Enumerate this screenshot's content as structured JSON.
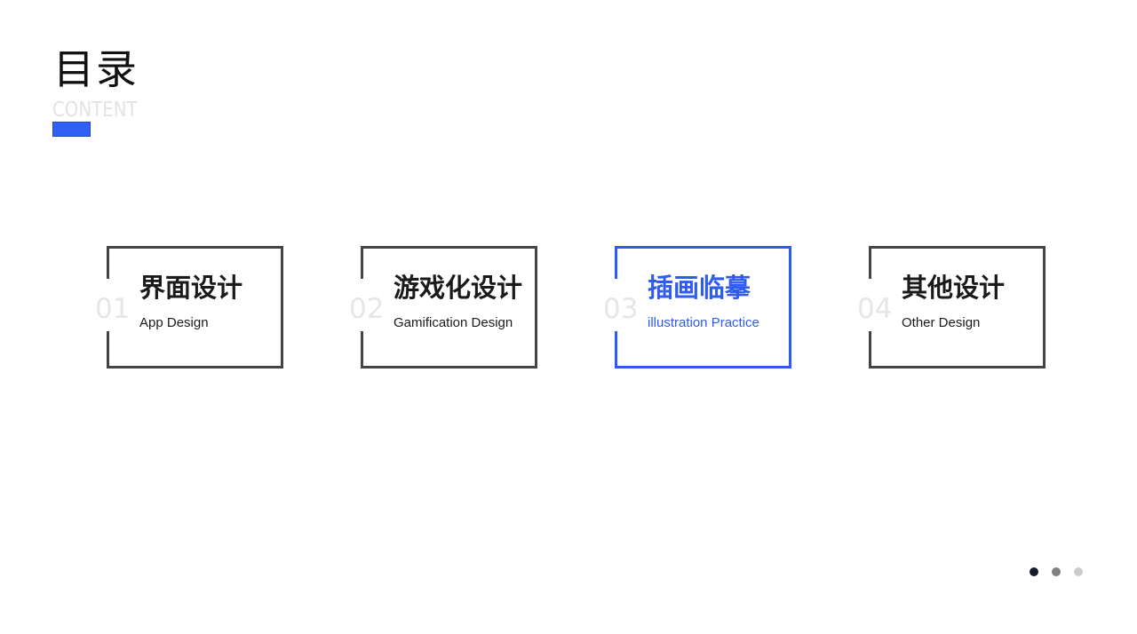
{
  "header": {
    "title": "目录",
    "subtitle": "CONTENT",
    "accent_color": "#3060f5"
  },
  "items": [
    {
      "number": "01",
      "title_cn": "界面设计",
      "title_en": "App Design",
      "active": false
    },
    {
      "number": "02",
      "title_cn": "游戏化设计",
      "title_en": "Gamification Design",
      "active": false
    },
    {
      "number": "03",
      "title_cn": "插画临摹",
      "title_en": "illustration Practice",
      "active": true
    },
    {
      "number": "04",
      "title_cn": "其他设计",
      "title_en": "Other Design",
      "active": false
    }
  ],
  "pagination": {
    "dots": [
      {
        "state": "current",
        "color": "#141b2c"
      },
      {
        "state": "inactive",
        "color": "#808080"
      },
      {
        "state": "inactive",
        "color": "#cccccc"
      }
    ]
  },
  "colors": {
    "active": "#2f5bf0",
    "border": "#444444",
    "number": "#e6e6e6",
    "text": "#1a1a1a"
  }
}
